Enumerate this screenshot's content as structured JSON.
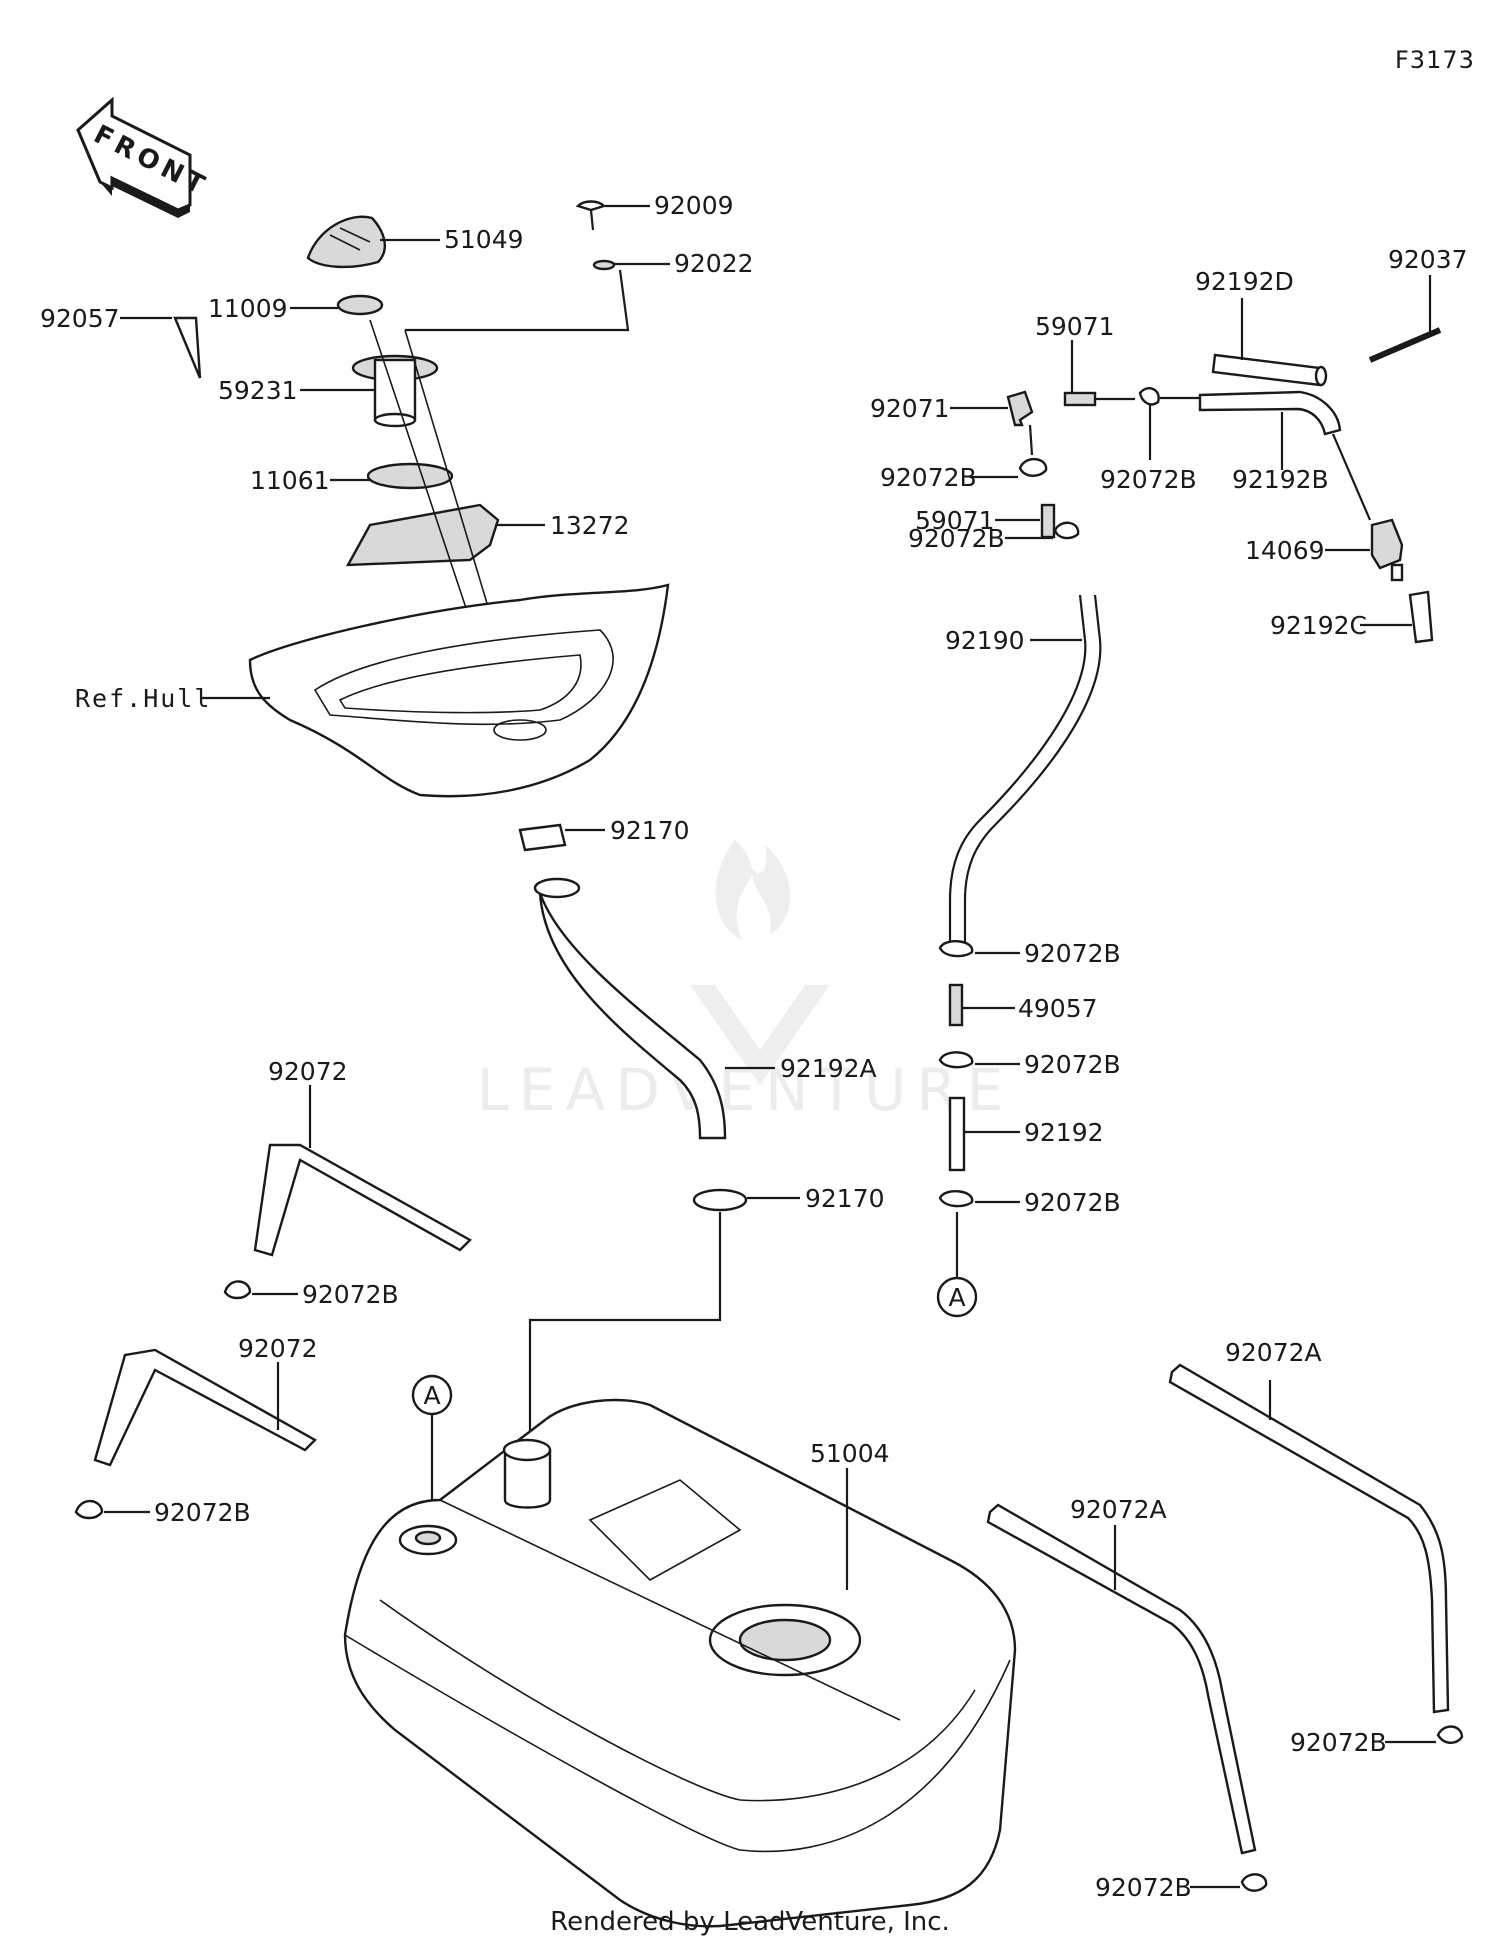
{
  "diagram_code": "F3173",
  "front_label": "FRONT",
  "footer": "Rendered by LeadVenture, Inc.",
  "watermark": "LEADVENTURE",
  "reference_labels": {
    "hull": "Ref.Hull",
    "circle_a_top": "A",
    "circle_a_bottom": "A"
  },
  "parts": {
    "p51049": "51049",
    "p92009": "92009",
    "p92022": "92022",
    "p92057": "92057",
    "p11009": "11009",
    "p59231": "59231",
    "p11061": "11061",
    "p13272": "13272",
    "p92170_top": "92170",
    "p92192A": "92192A",
    "p92170_bottom": "92170",
    "p92072_upper": "92072",
    "p92072B_upper": "92072B",
    "p92072_lower": "92072",
    "p92072B_lower": "92072B",
    "p51004": "51004",
    "p92192D": "92192D",
    "p92037": "92037",
    "p59071_top": "59071",
    "p92071": "92071",
    "p92072B_r1": "92072B",
    "p92072B_r2": "92072B",
    "p92192B": "92192B",
    "p59071_mid": "59071",
    "p92072B_r3": "92072B",
    "p14069": "14069",
    "p92192C": "92192C",
    "p92190": "92190",
    "p92072B_r4": "92072B",
    "p49057": "49057",
    "p92072B_r5": "92072B",
    "p92192": "92192",
    "p92072B_r6": "92072B",
    "p92072A_right": "92072A",
    "p92072A_mid": "92072A",
    "p92072B_strap_right": "92072B",
    "p92072B_strap_mid": "92072B"
  }
}
